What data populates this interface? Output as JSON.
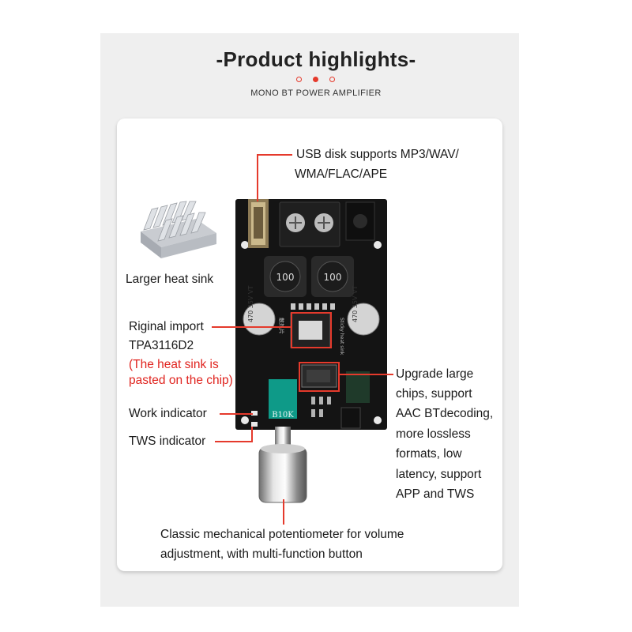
{
  "header": {
    "title": "-Product highlights-",
    "subtitle": "MONO BT POWER AMPLIFIER"
  },
  "board": {
    "inductor_left": "100",
    "inductor_right": "100",
    "cap_left": "470 35V VT",
    "cap_right": "470 35V VT",
    "pot_label": "B10K",
    "chip_side_text": "Sticky heat sink",
    "chip_side_text_cn": "散热片"
  },
  "callouts": {
    "usb_line1": "USB disk supports MP3/WAV/",
    "usb_line2": "WMA/FLAC/APE",
    "heatsink": "Larger heat sink",
    "import_line1": "Riginal import",
    "import_line2": "TPA3116D2",
    "import_note1": "(The heat sink is",
    "import_note2": "pasted on the chip)",
    "work_indicator": "Work indicator",
    "tws_indicator": "TWS indicator",
    "upgrade_line1": "Upgrade large",
    "upgrade_line2": "chips, support",
    "upgrade_line3": "AAC BTdecoding,",
    "upgrade_line4": "more lossless",
    "upgrade_line5": "formats, low",
    "upgrade_line6": "latency, support",
    "upgrade_line7": "APP and TWS",
    "pot_line1": "Classic mechanical potentiometer for volume",
    "pot_line2": "adjustment, with multi-function button"
  },
  "colors": {
    "accent": "#e53a2c",
    "board": "#151515",
    "text": "#1a1a1a",
    "note": "#e0241f"
  }
}
